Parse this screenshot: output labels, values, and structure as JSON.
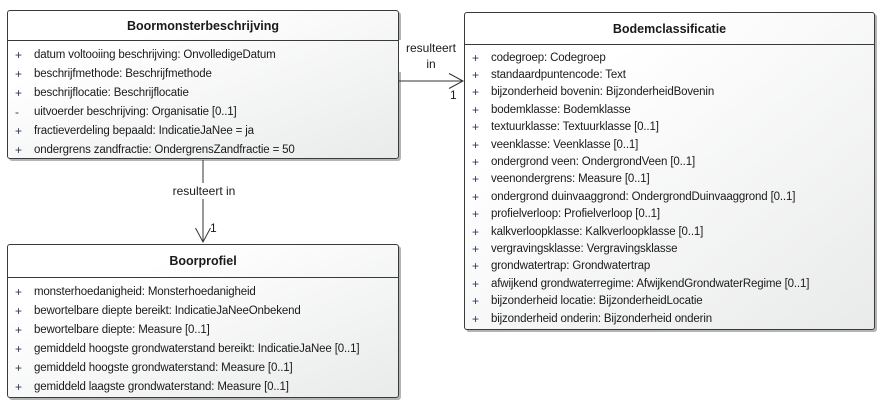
{
  "classes": [
    {
      "title": "Boormonsterbeschrijving",
      "attributes": [
        {
          "vis": "+",
          "text": "datum voltooiing beschrijving: OnvolledigeDatum"
        },
        {
          "vis": "+",
          "text": "beschrijfmethode: Beschrijfmethode"
        },
        {
          "vis": "+",
          "text": "beschrijflocatie: Beschrijflocatie"
        },
        {
          "vis": "-",
          "text": "uitvoerder beschrijving: Organisatie [0..1]"
        },
        {
          "vis": "+",
          "text": "fractieverdeling bepaald: IndicatieJaNee = ja"
        },
        {
          "vis": "+",
          "text": "ondergrens zandfractie: OndergrensZandfractie = 50"
        }
      ]
    },
    {
      "title": "Bodemclassificatie",
      "attributes": [
        {
          "vis": "+",
          "text": "codegroep: Codegroep"
        },
        {
          "vis": "+",
          "text": "standaardpuntencode: Text"
        },
        {
          "vis": "+",
          "text": "bijzonderheid bovenin: BijzonderheidBovenin"
        },
        {
          "vis": "+",
          "text": "bodemklasse: Bodemklasse"
        },
        {
          "vis": "+",
          "text": "textuurklasse: Textuurklasse [0..1]"
        },
        {
          "vis": "+",
          "text": "veenklasse: Veenklasse [0..1]"
        },
        {
          "vis": "+",
          "text": "ondergrond veen: OndergrondVeen [0..1]"
        },
        {
          "vis": "+",
          "text": "veenondergrens: Measure [0..1]"
        },
        {
          "vis": "+",
          "text": "ondergrond duinvaaggrond: OndergrondDuinvaaggrond [0..1]"
        },
        {
          "vis": "+",
          "text": "profielverloop: Profielverloop [0..1]"
        },
        {
          "vis": "+",
          "text": "kalkverloopklasse: Kalkverloopklasse [0..1]"
        },
        {
          "vis": "+",
          "text": "vergravingsklasse: Vergravingsklasse"
        },
        {
          "vis": "+",
          "text": "grondwatertrap: Grondwatertrap"
        },
        {
          "vis": "+",
          "text": "afwijkend grondwaterregime: AfwijkendGrondwaterRegime [0..1]"
        },
        {
          "vis": "+",
          "text": "bijzonderheid locatie: BijzonderheidLocatie"
        },
        {
          "vis": "+",
          "text": "bijzonderheid onderin: Bijzonderheid onderin"
        }
      ]
    },
    {
      "title": "Boorprofiel",
      "attributes": [
        {
          "vis": "+",
          "text": "monsterhoedanigheid: Monsterhoedanigheid"
        },
        {
          "vis": "+",
          "text": "bewortelbare diepte bereikt: IndicatieJaNeeOnbekend"
        },
        {
          "vis": "+",
          "text": "bewortelbare diepte: Measure [0..1]"
        },
        {
          "vis": "+",
          "text": "gemiddeld hoogste grondwaterstand bereikt: IndicatieJaNee [0..1]"
        },
        {
          "vis": "+",
          "text": "gemiddeld hoogste grondwaterstand: Measure [0..1]"
        },
        {
          "vis": "+",
          "text": "gemiddeld laagste grondwaterstand: Measure [0..1]"
        }
      ]
    }
  ],
  "associations": [
    {
      "from": "Boormonsterbeschrijving",
      "to": "Bodemclassificatie",
      "label_line1": "resulteert",
      "label_line2": "in",
      "multiplicity": "1",
      "arrow": "open"
    },
    {
      "from": "Boormonsterbeschrijving",
      "to": "Boorprofiel",
      "label": "resulteert in",
      "multiplicity": "1",
      "arrow": "open"
    }
  ],
  "colors": {
    "border": "#3a3a3a",
    "line": "#333333",
    "fill_light": "#ffffff",
    "fill_dark": "#e9eaea",
    "shadow": "#b4b4b4",
    "text": "#1a1a1a",
    "visibility_symbol": "#2b3a55"
  }
}
